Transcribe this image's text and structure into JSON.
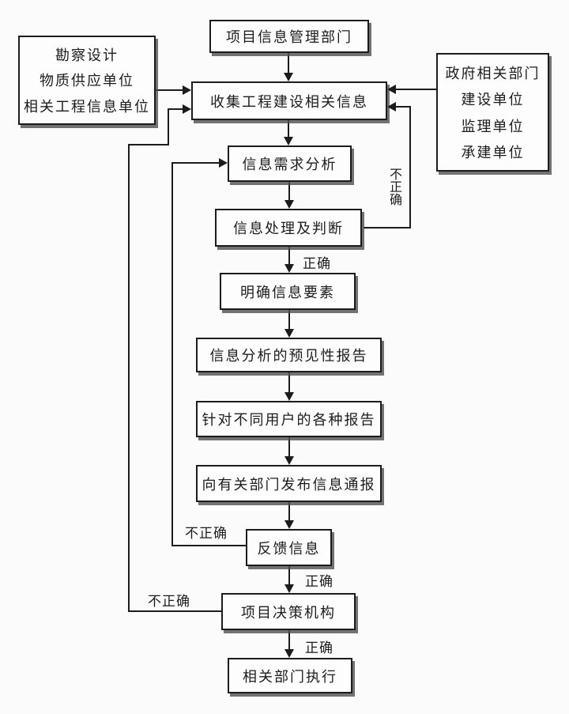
{
  "diagram": {
    "title_hint": "项目信息管理流程图",
    "colors": {
      "background": "#fbfbfb",
      "line": "#1c1c1c",
      "node_fill": "#fdfdfd"
    },
    "nodes": {
      "top_department": "项目信息管理部门",
      "collect": "收集工程建设相关信息",
      "demand_analysis": "信息需求分析",
      "process_judge": "信息处理及判断",
      "clarify_elements": "明确信息要素",
      "forecast_report": "信息分析的预见性报告",
      "user_reports": "针对不同用户的各种报告",
      "publish_notice": "向有关部门发布信息通报",
      "feedback": "反馈信息",
      "decision_body": "项目决策机构",
      "execute": "相关部门执行"
    },
    "left_sources": [
      "勘察设计",
      "物质供应单位",
      "相关工程信息单位"
    ],
    "right_sources": [
      "政府相关部门",
      "建设单位",
      "监理单位",
      "承建单位"
    ],
    "labels": {
      "correct_after_process": "正确",
      "correct_after_feedback": "正确",
      "correct_after_decision": "正确",
      "incorrect_process_loop": "不正确",
      "incorrect_feedback_loop": "不正确",
      "incorrect_decision_loop": "不正确"
    }
  }
}
